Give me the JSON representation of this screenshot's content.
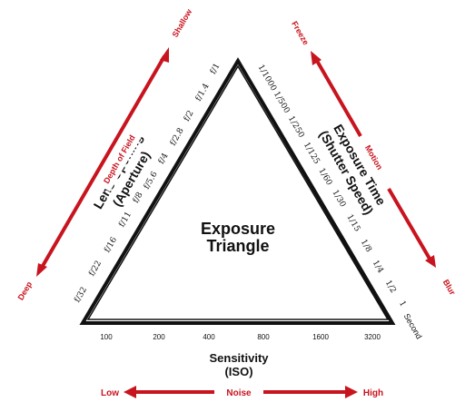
{
  "center": {
    "line1": "Exposure",
    "line2": "Triangle"
  },
  "left_side": {
    "title_line1": "Lens Opening",
    "title_line2": "(Aperture)",
    "stops": [
      "f/32",
      "f/22",
      "f/16",
      "f/11",
      "f/8",
      "f/5.6",
      "f/4",
      "f/2.8",
      "f/2",
      "f/1.4",
      "f/1"
    ]
  },
  "right_side": {
    "title_line1": "Exposure Time",
    "title_line2": "(Shutter Speed)",
    "speeds": [
      "1/1000",
      "1/500",
      "1/250",
      "1/125",
      "1/60",
      "1/30",
      "1/15",
      "1/8",
      "1/4",
      "1/2",
      "1"
    ],
    "unit": "Second"
  },
  "bottom_side": {
    "title_line1": "Sensitivity",
    "title_line2": "(ISO)",
    "values": [
      "100",
      "200",
      "400",
      "800",
      "1600",
      "3200"
    ]
  },
  "depth_of_field": {
    "label": "Depth of Field",
    "start": "Deep",
    "end": "Shallow"
  },
  "motion": {
    "label": "Motion",
    "start": "Freeze",
    "end": "Blur"
  },
  "noise": {
    "label": "Noise",
    "start": "Low",
    "end": "High"
  },
  "colors": {
    "accent": "#c8141e",
    "ink": "#111111"
  }
}
